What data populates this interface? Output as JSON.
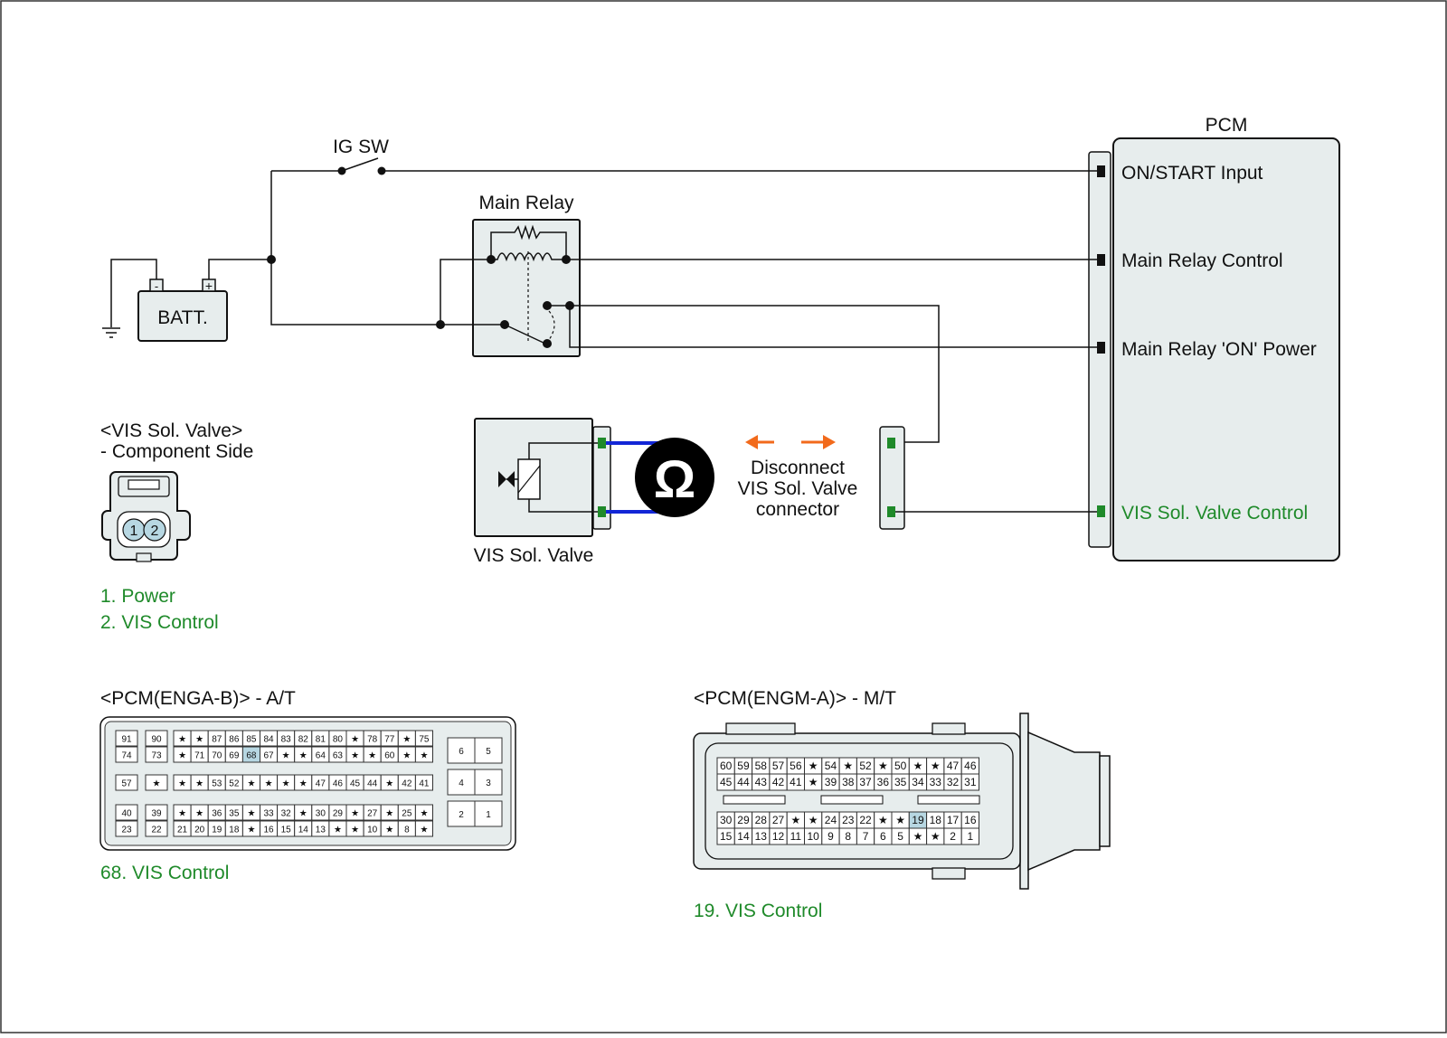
{
  "labels": {
    "pcm": "PCM",
    "ig_sw": "IG SW",
    "main_relay": "Main Relay",
    "batt": "BATT.",
    "batt_minus": "-",
    "batt_plus": "+",
    "on_start": "ON/START Input",
    "main_relay_control": "Main Relay Control",
    "main_relay_on_power": "Main Relay 'ON' Power",
    "vis_valve_control": "VIS Sol. Valve Control",
    "vis_valve": "VIS Sol. Valve",
    "ohm": "Ω",
    "disconnect_1": "Disconnect",
    "disconnect_2": "VIS Sol. Valve",
    "disconnect_3": "connector"
  },
  "component_connector": {
    "title": "<VIS Sol. Valve>",
    "subtitle": "- Component Side",
    "pins": [
      "1",
      "2"
    ],
    "legend": [
      "1. Power",
      "2. VIS Control"
    ]
  },
  "pcm_at": {
    "title": "<PCM(ENGA-B)> - A/T",
    "legend": "68. VIS Control",
    "highlight": "68",
    "left_cols": [
      [
        "91",
        "74",
        "57",
        "40",
        "23"
      ],
      [
        "90",
        "73",
        "★",
        "39",
        "22"
      ]
    ],
    "rows": [
      [
        "★",
        "★",
        "87",
        "86",
        "85",
        "84",
        "83",
        "82",
        "81",
        "80",
        "★",
        "78",
        "77",
        "★",
        "75"
      ],
      [
        "★",
        "71",
        "70",
        "69",
        "68",
        "67",
        "★",
        "★",
        "64",
        "63",
        "★",
        "★",
        "60",
        "★",
        "★"
      ],
      [
        "★",
        "★",
        "53",
        "52",
        "★",
        "★",
        "★",
        "★",
        "47",
        "46",
        "45",
        "44",
        "★",
        "42",
        "41"
      ],
      [
        "★",
        "★",
        "36",
        "35",
        "★",
        "33",
        "32",
        "★",
        "30",
        "29",
        "★",
        "27",
        "★",
        "25",
        "★"
      ],
      [
        "21",
        "20",
        "19",
        "18",
        "★",
        "16",
        "15",
        "14",
        "13",
        "★",
        "★",
        "10",
        "★",
        "8",
        "★"
      ]
    ],
    "right_pins": [
      [
        "6",
        "5"
      ],
      [
        "4",
        "3"
      ],
      [
        "2",
        "1"
      ]
    ]
  },
  "pcm_mt": {
    "title": "<PCM(ENGM-A)> - M/T",
    "legend": "19. VIS Control",
    "highlight": "19",
    "rows": [
      [
        "60",
        "59",
        "58",
        "57",
        "56",
        "★",
        "54",
        "★",
        "52",
        "★",
        "50",
        "★",
        "★",
        "47",
        "46"
      ],
      [
        "45",
        "44",
        "43",
        "42",
        "41",
        "★",
        "39",
        "38",
        "37",
        "36",
        "35",
        "34",
        "33",
        "32",
        "31"
      ],
      [
        "30",
        "29",
        "28",
        "27",
        "★",
        "★",
        "24",
        "23",
        "22",
        "★",
        "★",
        "19",
        "18",
        "17",
        "16"
      ],
      [
        "15",
        "14",
        "13",
        "12",
        "11",
        "10",
        "9",
        "8",
        "7",
        "6",
        "5",
        "★",
        "★",
        "2",
        "1"
      ]
    ]
  }
}
